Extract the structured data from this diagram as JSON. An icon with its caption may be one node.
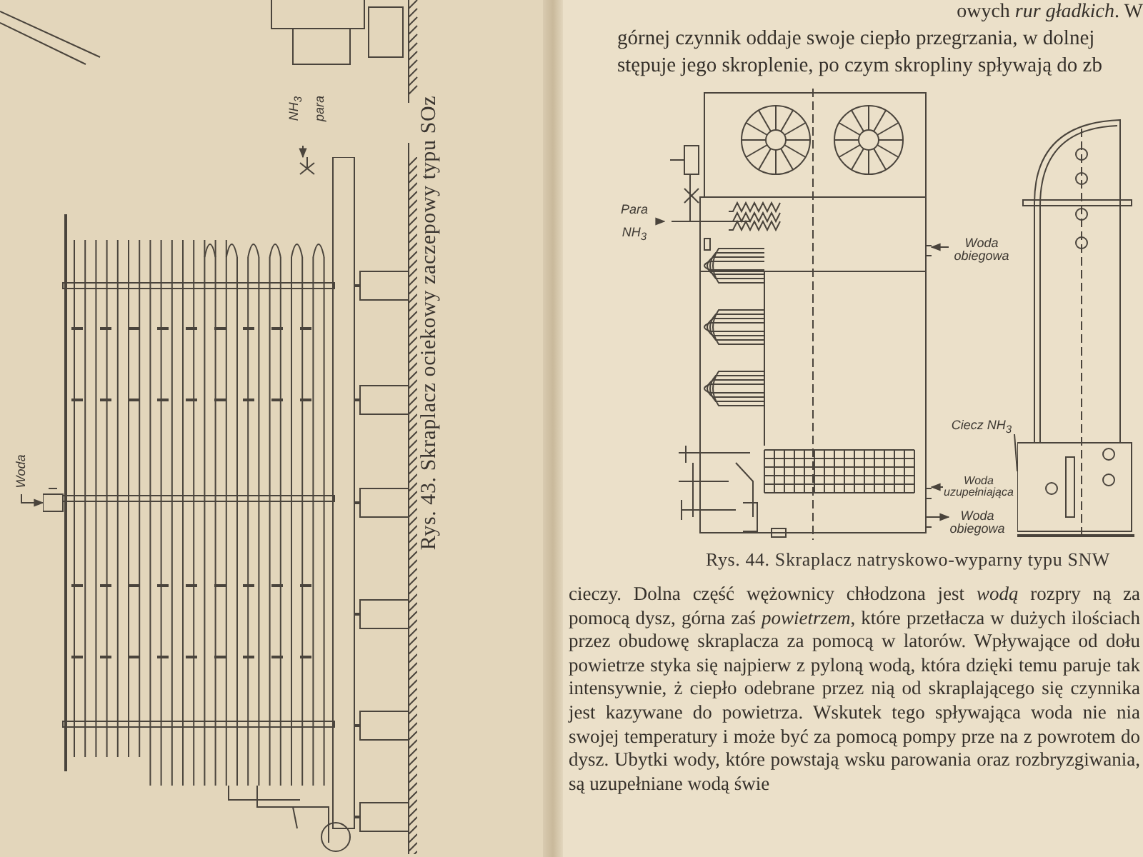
{
  "diagram": {
    "nodes": [
      {
        "text": [],
        "shape": "picture"
      },
      {
        "text": [
          "Woda"
        ]
      },
      {
        "text": [
          "NH$_{3}$",
          "para"
        ]
      },
      {
        "text": [],
        "shape": "picture"
      },
      {
        "text": [],
        "shape": "picture"
      },
      {
        "text": [
          "Para",
          "NH$_{3}$"
        ]
      },
      {
        "text": [
          "Woda obiegowa"
        ]
      },
      {
        "text": [
          "Ciecz NH$_{3}$"
        ]
      },
      {
        "text": [
          "Woda uzupełniająca"
        ]
      },
      {
        "text": [
          "Woda obiegowa"
        ]
      }
    ],
    "edges": [
      {
        "from": 1,
        "to": 0,
        "arrow": "to"
      },
      {
        "from": 2,
        "to": 0,
        "arrow": "to"
      },
      {
        "from": 5,
        "to": 3,
        "arrow": "to"
      },
      {
        "from": 6,
        "to": 3,
        "arrow": "to"
      },
      {
        "from": 7,
        "to": 4,
        "arrow": "none"
      },
      {
        "from": 8,
        "to": 3,
        "arrow": "to"
      },
      {
        "from": 3,
        "to": 9,
        "arrow": "to"
      }
    ],
    "labels": [
      "Rys. 43. Skraplacz ociekowy zaczepowy typu SOz",
      "owych *rur gładkich*. W",
      "górnej czynnik oddaje swoje ciepło przegrzania, w dolnej stępuje jego skroplenie, po czym skropliny spływają do zb",
      "Rys. 44. Skraplacz natryskowo-wyparny typu SNW",
      "cieczy. Dolna część wężownicy chłodzona jest *wodą* rozpry ną za pomocą dysz, górna zaś *powietrzem*, które przetłacza w dużych ilościach przez obudowę skraplacza za pomocą w latorów. Wpływające od dołu powietrze styka się najpierw z pyloną wodą, która dzięki temu paruje tak intensywnie, ż ciepło odebrane przez nią od skraplającego się czynnika jest kazywane do powietrza. Wskutek tego spływająca woda nie nia swojej temperatury i może być za pomocą pompy prze na z powrotem do dysz. Ubytki wody, które powstają wsku parowania oraz rozbryzgiwania, są uzupełniane wodą świe"
    ]
  }
}
